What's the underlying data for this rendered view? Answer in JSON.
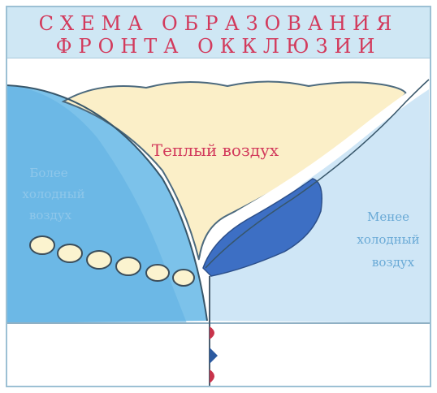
{
  "title": {
    "line1": "СХЕМА ОБРАЗОВАНИЯ",
    "line2": "ФРОНТА ОККЛЮЗИИ"
  },
  "labels": {
    "warm_air": "Теплый воздух",
    "cold_air_left": [
      "Более",
      "холодный",
      "воздух"
    ],
    "cold_air_right": [
      "Менее",
      "холодный",
      "воздух"
    ]
  },
  "colors": {
    "title": "#d23a5c",
    "warm_air_fill": "#fbefc8",
    "cold_left": "#6ab8e6",
    "cold_right": "#c9e4f5",
    "occlusion_wedge": "#3d6fc4",
    "front_marker_red": "#c8334b",
    "front_marker_blue": "#2c5aa0",
    "ground": "#ffffff"
  },
  "icons": [
    "cloud-icon",
    "front-marker-icon"
  ]
}
